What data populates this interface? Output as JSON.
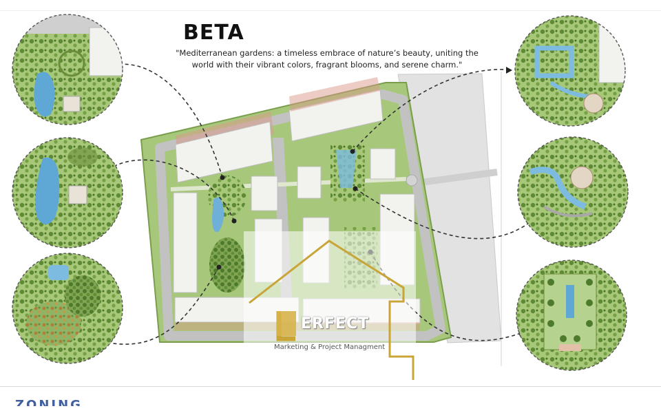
{
  "header": {
    "title": "BETA",
    "quote": "\"Mediterranean gardens: a timeless embrace of nature’s beauty, uniting the world with their vibrant colors, fragrant blooms, and serene charm.\""
  },
  "watermark": {
    "brand": "ERFECT",
    "tagline": "Marketing & Project Managment"
  },
  "footer": {
    "cut_text": "ZONING"
  },
  "colors": {
    "grass": "#9bbf6b",
    "tree": "#4f7a2e",
    "water": "#6fb0d9",
    "road": "#bfbfbf",
    "building": "#f1f1ee",
    "brand_gold": "#c9a437"
  },
  "callouts": [
    {
      "name": "detail-top-left",
      "theme": "pool-garden"
    },
    {
      "name": "detail-mid-left",
      "theme": "pool-garden"
    },
    {
      "name": "detail-bottom-left",
      "theme": "flower-garden"
    },
    {
      "name": "detail-top-right",
      "theme": "water-channel"
    },
    {
      "name": "detail-mid-right",
      "theme": "water-channel"
    },
    {
      "name": "detail-bottom-right",
      "theme": "formal-pool"
    }
  ]
}
